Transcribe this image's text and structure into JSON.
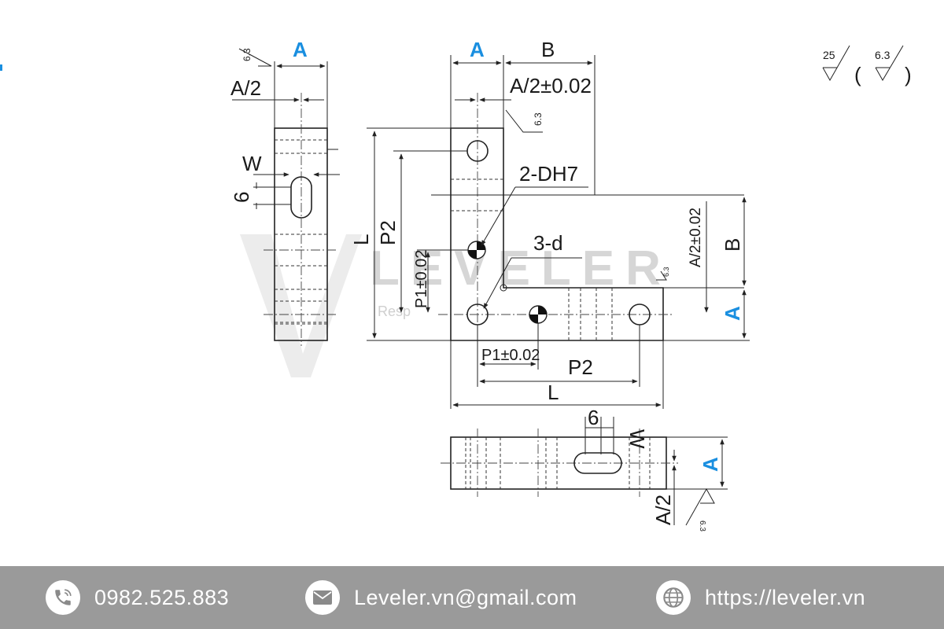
{
  "labels": {
    "a": "A",
    "b": "B",
    "a_half": "A/2",
    "a_half_tol": "A/2±0.02",
    "w": "W",
    "six": "6",
    "l": "L",
    "p2": "P2",
    "p1_tol": "P1±0.02",
    "holes_dh7": "2-DH7",
    "holes_d": "3-d",
    "roughness_25": "25",
    "roughness_63": "6.3",
    "paren_open": "(",
    "paren_close": ")"
  },
  "watermark": {
    "text": "LEVELER",
    "subtext": "Resp"
  },
  "footer": {
    "phone": "0982.525.883",
    "email": "Leveler.vn@gmail.com",
    "website": "https://leveler.vn"
  },
  "icons": {
    "phone": "phone-icon",
    "email": "mail-icon",
    "website": "globe-icon"
  },
  "colors": {
    "accent_blue": "#1a8fe0",
    "footer_bg": "#9a9a9a",
    "line": "#222222"
  }
}
